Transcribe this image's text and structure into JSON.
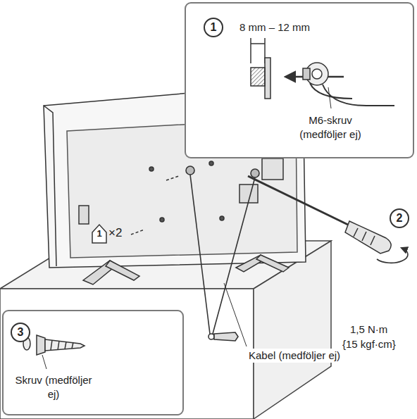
{
  "diagram": {
    "nodes": [
      {
        "text": [
          "1",
          "8 mm – 12 mm",
          "M6-skruv (medföljer ej)"
        ]
      },
      {
        "text": [
          "3",
          "Skruv (medföljer ej)"
        ]
      }
    ],
    "labels": [
      "1",
      "×2",
      "2",
      "1,5 N·m",
      "{15 kgf·cm}",
      "Kabel (medföljer ej)"
    ]
  }
}
